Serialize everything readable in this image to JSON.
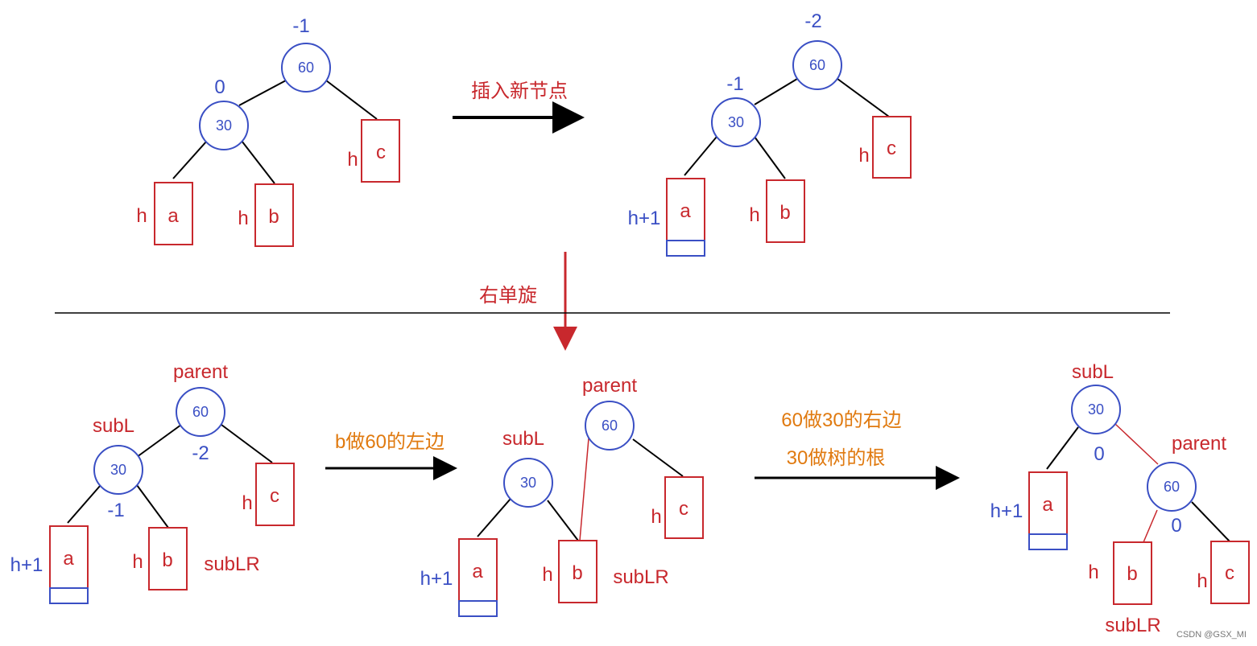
{
  "nodes": {
    "n60": "60",
    "n30": "30"
  },
  "boxes": {
    "a": "a",
    "b": "b",
    "c": "c"
  },
  "heights": {
    "h": "h",
    "h_plus_1": "h+1"
  },
  "balance": {
    "minus1": "-1",
    "minus2": "-2",
    "zero": "0"
  },
  "pointers": {
    "parent": "parent",
    "subL": "subL",
    "subLR": "subLR"
  },
  "steps": {
    "insert": "插入新节点",
    "rotate": "右单旋",
    "b_left_of_60": "b做60的左边",
    "sixty_right_of_30": "60做30的右边",
    "thirty_root": "30做树的根"
  },
  "watermark": "CSDN @GSX_MI",
  "colors": {
    "red": "#c8282d",
    "blue": "#3a4fc4",
    "orange": "#e07a10",
    "black": "#000000"
  }
}
